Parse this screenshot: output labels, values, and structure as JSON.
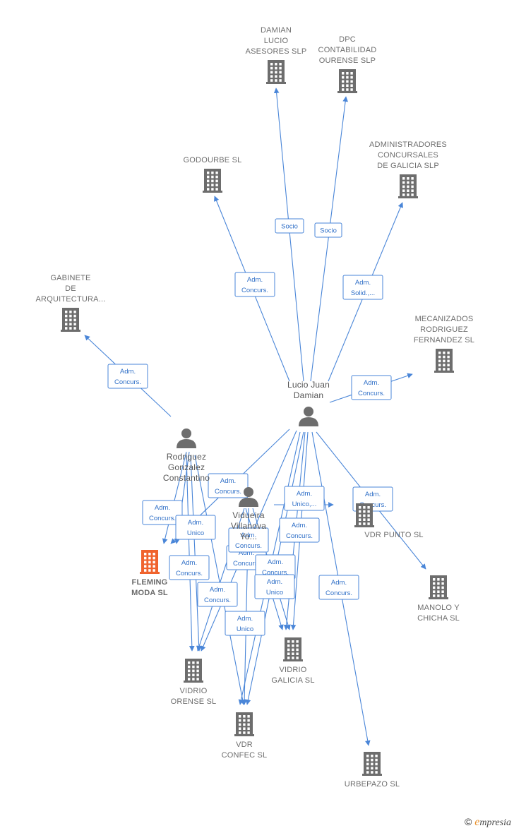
{
  "nodes": [
    {
      "id": "damian-lucio",
      "type": "company",
      "label": [
        "DAMIAN",
        "LUCIO",
        "ASESORES SLP"
      ]
    },
    {
      "id": "dpc",
      "type": "company",
      "label": [
        "DPC",
        "CONTABILIDAD",
        "OURENSE  SLP"
      ]
    },
    {
      "id": "godourbe",
      "type": "company",
      "label": [
        "GODOURBE SL"
      ]
    },
    {
      "id": "admin-concursales",
      "type": "company",
      "label": [
        "ADMINISTRADORES",
        "CONCURSALES",
        "DE GALICIA  SLP"
      ]
    },
    {
      "id": "gabinete",
      "type": "company",
      "label": [
        "GABINETE",
        "DE",
        "ARQUITECTURA..."
      ]
    },
    {
      "id": "mecanizados",
      "type": "company",
      "label": [
        "MECANIZADOS",
        "RODRIGUEZ",
        "FERNANDEZ SL"
      ]
    },
    {
      "id": "lucio-juan",
      "type": "person",
      "label": [
        "Lucio Juan",
        "Damian"
      ]
    },
    {
      "id": "rodriguez",
      "type": "person",
      "label": [
        "Rodriguez",
        "Gonzalez",
        "Constantino"
      ]
    },
    {
      "id": "vidueira",
      "type": "person",
      "label": [
        "Vidueira",
        "Villanova",
        "Yo..."
      ]
    },
    {
      "id": "fleming",
      "type": "company",
      "focus": true,
      "label": [
        "FLEMING",
        "MODA  SL"
      ]
    },
    {
      "id": "vdr-punto",
      "type": "company",
      "label": [
        "VDR PUNTO SL"
      ]
    },
    {
      "id": "manolo",
      "type": "company",
      "label": [
        "MANOLO Y",
        "CHICHA SL"
      ]
    },
    {
      "id": "vidrio-galicia",
      "type": "company",
      "label": [
        "VIDRIO",
        "GALICIA SL"
      ]
    },
    {
      "id": "vidrio-orense",
      "type": "company",
      "label": [
        "VIDRIO",
        "ORENSE SL"
      ]
    },
    {
      "id": "vdr-confec",
      "type": "company",
      "label": [
        "VDR",
        "CONFEC SL"
      ]
    },
    {
      "id": "urbepazo",
      "type": "company",
      "label": [
        "URBEPAZO SL"
      ]
    }
  ],
  "relations": [
    {
      "id": "r-socio-1",
      "label": [
        "Socio"
      ]
    },
    {
      "id": "r-socio-2",
      "label": [
        "Socio"
      ]
    },
    {
      "id": "r-godourbe",
      "label": [
        "Adm.",
        "Concurs."
      ]
    },
    {
      "id": "r-admin-conc",
      "label": [
        "Adm.",
        "Solid.,..."
      ]
    },
    {
      "id": "r-mecanizados",
      "label": [
        "Adm.",
        "Concurs."
      ]
    },
    {
      "id": "r-gabinete",
      "label": [
        "Adm.",
        "Concurs."
      ]
    },
    {
      "id": "r-fleming-1",
      "label": [
        "Adm.",
        "Concurs."
      ]
    },
    {
      "id": "r-fleming-2",
      "label": [
        "Adm.",
        "Concurs."
      ]
    },
    {
      "id": "r-unico-1",
      "label": [
        "Adm.",
        "Unico"
      ]
    },
    {
      "id": "r-unico-vdr",
      "label": [
        "Adm.",
        "Unico,..."
      ]
    },
    {
      "id": "r-vdr-punto",
      "label": [
        "Adm.",
        "Concurs."
      ]
    },
    {
      "id": "r-conc-a",
      "label": [
        "Adm.",
        "Concurs."
      ]
    },
    {
      "id": "r-conc-b",
      "label": [
        "Adm.",
        "Concurs."
      ]
    },
    {
      "id": "r-conc-c",
      "label": [
        "Adm.",
        "Concurs."
      ]
    },
    {
      "id": "r-conc-d",
      "label": [
        "Adm.",
        "Concurs."
      ]
    },
    {
      "id": "r-conc-e",
      "label": [
        "Adm.",
        "Concurs."
      ]
    },
    {
      "id": "r-conc-f",
      "label": [
        "Adm.",
        "Concurs."
      ]
    },
    {
      "id": "r-unico-2",
      "label": [
        "Adm.",
        "Unico"
      ]
    },
    {
      "id": "r-unico-3",
      "label": [
        "Adm.",
        "Unico"
      ]
    },
    {
      "id": "r-urbepazo",
      "label": [
        "Adm.",
        "Concurs."
      ]
    }
  ],
  "colors": {
    "edge": "#4a86d8",
    "building": "#6d6d6d",
    "focus_building": "#f0632d",
    "label": "#6d6d6d"
  },
  "footer": {
    "copyright_symbol": "©",
    "brand_initial": "e",
    "brand_rest": "mpresia"
  }
}
